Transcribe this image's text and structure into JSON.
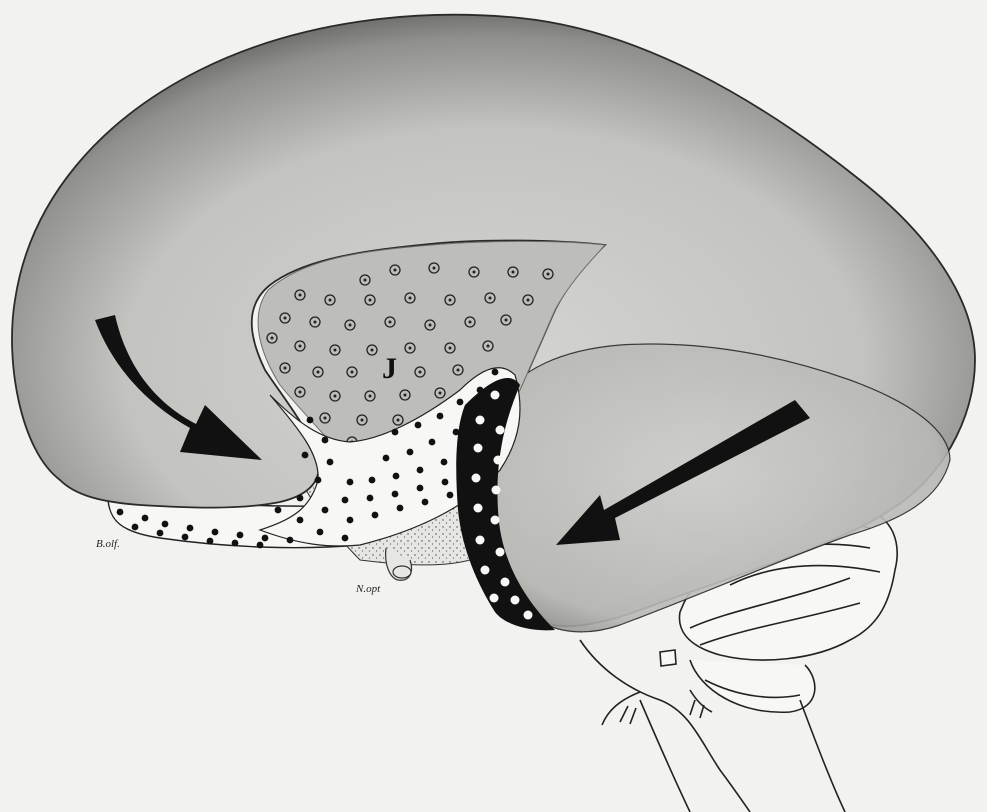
{
  "labels": {
    "olfactory_bulb": "B.olf.",
    "optic_nerve": "N.opt",
    "insula_mark": "J"
  },
  "colors": {
    "background": "#f2f2f0",
    "hemisphere_light": "#d2d2cf",
    "hemisphere_dark": "#5e5e5c",
    "ink": "#111111",
    "insula_fill": "#bdbdba",
    "stipple_fill": "#e6e6e3",
    "white_fill": "#f7f7f5"
  },
  "icons": [
    "curved-arrow-icon",
    "straight-arrow-icon"
  ]
}
